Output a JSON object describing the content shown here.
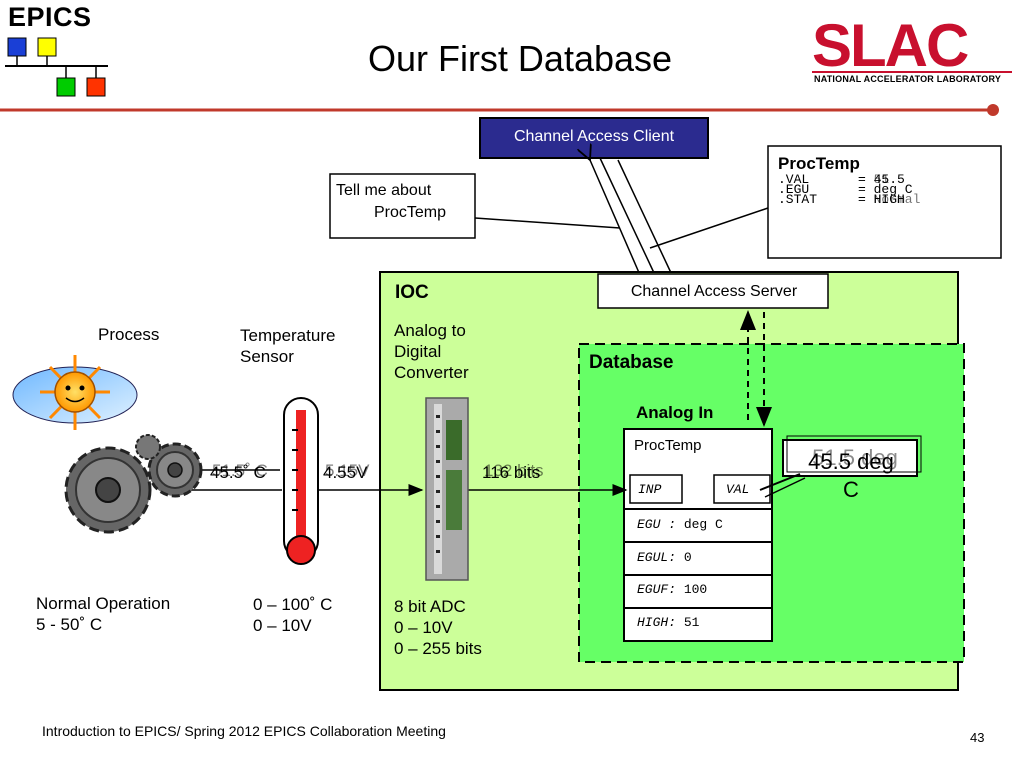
{
  "slide": {
    "title": "Our First Database",
    "footer": "Introduction to EPICS/ Spring 2012 EPICS Collaboration Meeting",
    "page_number": "43"
  },
  "logos": {
    "epics_text": "EPICS",
    "slac_text": "SLAC",
    "slac_subtitle": "NATIONAL ACCELERATOR LABORATORY"
  },
  "colors": {
    "epics_blue": "#1a3fd6",
    "epics_yellow": "#ffff00",
    "epics_green": "#00cc00",
    "epics_red": "#ff3300",
    "slac_red": "#c8102e",
    "client_box": "#2b2b8f",
    "ioc_green": "#ccff99",
    "database_green": "#66ff66",
    "header_rule": "#c0392b"
  },
  "client": {
    "label": "Channel Access Client",
    "request": [
      "Tell me about",
      "ProcTemp"
    ]
  },
  "response": {
    "title": "ProcTemp",
    "lines": [
      {
        "field": ".VAL",
        "value": "= 45.5"
      },
      {
        "field": ".EGU",
        "value": "= deg C"
      },
      {
        "field": ".STAT",
        "value": "= HIGH"
      }
    ],
    "overlay_lines": [
      {
        "field": ".VAL",
        "value": "= 51"
      },
      {
        "field": ".EGU",
        "value": "= deg C"
      },
      {
        "field": ".STAT",
        "value": "= Normal"
      }
    ]
  },
  "ioc": {
    "label": "IOC",
    "ca_server": "Channel Access Server",
    "adc_label": [
      "Analog to",
      "Digital",
      "Converter"
    ],
    "database_label": "Database",
    "analog_in_label": "Analog In"
  },
  "process": {
    "label": "Process",
    "normal_operation": [
      "Normal Operation",
      "5 - 50˚ C"
    ]
  },
  "sensor": {
    "label": [
      "Temperature",
      "Sensor"
    ],
    "range": [
      "0 – 100˚ C",
      "0 – 10V"
    ]
  },
  "adc_spec": [
    "8 bit ADC",
    "0 – 10V",
    "0 – 255 bits"
  ],
  "signals": {
    "temperature": "45.5˚ C",
    "temperature_overlay": "51.5˚ C",
    "voltage": "4.55V",
    "voltage_overlay": "5.15V",
    "bits": "116 bits",
    "bits_overlay": "132 bits"
  },
  "record": {
    "name": "ProcTemp",
    "inp_label": "INP",
    "val_label": "VAL",
    "fields": [
      {
        "label": "EGU :",
        "value": " deg C"
      },
      {
        "label": "EGUL:",
        "value": " 0"
      },
      {
        "label": "EGUF:",
        "value": " 100"
      },
      {
        "label": "HIGH:",
        "value": " 51"
      }
    ]
  },
  "val_display": {
    "text": [
      "45.5 deg",
      "C"
    ],
    "overlay": "51.5 deg"
  }
}
